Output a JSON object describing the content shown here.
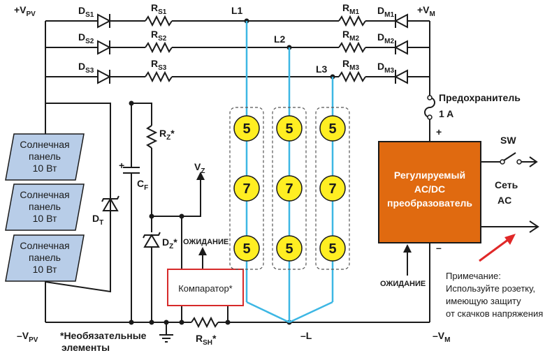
{
  "labels": {
    "vpv_pos": "+V",
    "vpv_pos_sub": "PV",
    "vm_pos": "+V",
    "vm_pos_sub": "M",
    "vpv_neg": "–V",
    "vpv_neg_sub": "PV",
    "vm_neg": "–V",
    "vm_neg_sub": "M",
    "l1": "L1",
    "l2": "L2",
    "l3": "L3",
    "l_neg": "–L",
    "ds1": "D",
    "ds1_sub": "S1",
    "ds2": "D",
    "ds2_sub": "S2",
    "ds3": "D",
    "ds3_sub": "S3",
    "rs1": "R",
    "rs1_sub": "S1",
    "rs2": "R",
    "rs2_sub": "S2",
    "rs3": "R",
    "rs3_sub": "S3",
    "rm1": "R",
    "rm1_sub": "M1",
    "rm2": "R",
    "rm2_sub": "M2",
    "rm3": "R",
    "rm3_sub": "M3",
    "dm1": "D",
    "dm1_sub": "M1",
    "dm2": "D",
    "dm2_sub": "M2",
    "dm3": "D",
    "dm3_sub": "M3",
    "rz": "R",
    "rz_sub": "Z",
    "rz_star": "*",
    "cf": "C",
    "cf_sub": "F",
    "dt": "D",
    "dt_sub": "T",
    "dz": "D",
    "dz_sub": "Z",
    "dz_star": "*",
    "vz": "V",
    "vz_sub": "Z",
    "rsh": "R",
    "rsh_sub": "SH",
    "rsh_star": "*",
    "fuse_title": "Предохранитель",
    "fuse_rating": "1 A",
    "plus": "+",
    "minus": "–",
    "sw": "SW",
    "mains_1": "Сеть",
    "mains_2": "AC",
    "standby_1": "ОЖИДАНИЕ",
    "standby_2": "ОЖИДАНИЕ",
    "comparator": "Компаратор*",
    "optional_1": "*Необязательные",
    "optional_2": "элементы"
  },
  "panels": [
    {
      "line1": "Солнечная",
      "line2": "панель",
      "line3": "10 Вт"
    },
    {
      "line1": "Солнечная",
      "line2": "панель",
      "line3": "10 Вт"
    },
    {
      "line1": "Солнечная",
      "line2": "панель",
      "line3": "10 Вт"
    }
  ],
  "leds": {
    "row_top": [
      "5",
      "5",
      "5"
    ],
    "row_mid": [
      "7",
      "7",
      "7"
    ],
    "row_bot": [
      "5",
      "5",
      "5"
    ]
  },
  "converter": {
    "line1": "Регулируемый",
    "line2": "AC/DC",
    "line3": "преобразователь"
  },
  "note": {
    "line1": "Примечание:",
    "line2": "Используйте розетку,",
    "line3": "имеющую защиту",
    "line4": "от скачков напряжения"
  },
  "colors": {
    "wire": "#1a1a1a",
    "led_wire": "#3db7e4",
    "led_fill": "#ffee22",
    "panel_fill": "#b8cde8",
    "converter_fill": "#e06a10",
    "comparator_border": "#d62a2a",
    "arrow": "#e02828"
  }
}
